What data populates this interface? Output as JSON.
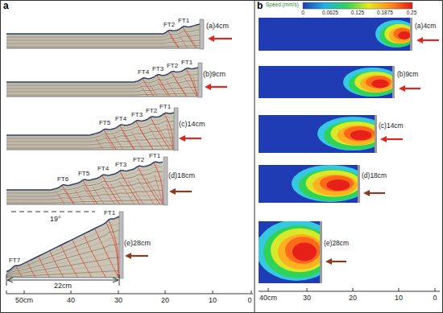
{
  "diagram": {
    "labels": [
      "a",
      "FT1",
      "FT2",
      "(a)4cm",
      "FT1",
      "FT2",
      "FT3",
      "FT4",
      "(b)9cm",
      "FT1",
      "FT2",
      "FT3",
      "FT4",
      "FT5",
      "(c)14cm",
      "FT1",
      "FT2",
      "FT3",
      "FT4",
      "FT5",
      "FT6",
      "(d)18cm",
      "19°",
      "FT1",
      "FT7",
      "(e)28cm",
      "22cm",
      "50cm",
      "40",
      "30",
      "20",
      "10",
      "0",
      "b",
      "Speed (mm/s)",
      "0",
      "0.0625",
      "0.125",
      "0.1875",
      "0.25",
      "(a)4cm",
      "(b)9cm",
      "(c)14cm",
      "(d)18cm",
      "(e)28cm",
      "40cm",
      "30",
      "20",
      "10",
      "0"
    ]
  }
}
